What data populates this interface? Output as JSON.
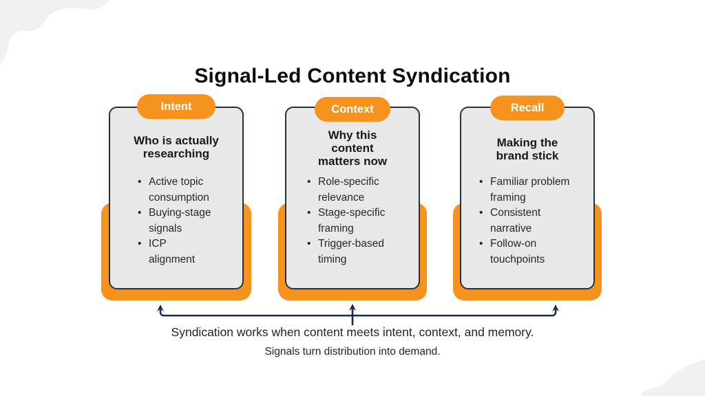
{
  "title": "Signal-Led Content Syndication",
  "colors": {
    "accent_orange": "#F6921E",
    "card_background": "#E8E8E8",
    "card_border": "#26303C",
    "arrow_navy": "#1B2743",
    "blob_gray": "#F1F1F1"
  },
  "cards": [
    {
      "badge": "Intent",
      "heading": "Who is actually\nresearching",
      "bullets": [
        "Active topic\nconsumption",
        "Buying-stage\nsignals",
        "ICP\nalignment"
      ]
    },
    {
      "badge": "Context",
      "heading": "Why this\ncontent\nmatters now",
      "bullets": [
        "Role-specific\nrelevance",
        "Stage-specific\nframing",
        "Trigger-based\ntiming"
      ]
    },
    {
      "badge": "Recall",
      "heading": "Making the\nbrand stick",
      "bullets": [
        "Familiar problem\nframing",
        "Consistent\nnarrative",
        "Follow-on\ntouchpoints"
      ]
    }
  ],
  "footer": {
    "line1": "Syndication works when content meets intent, context, and memory.",
    "line2": "Signals turn distribution into demand."
  }
}
